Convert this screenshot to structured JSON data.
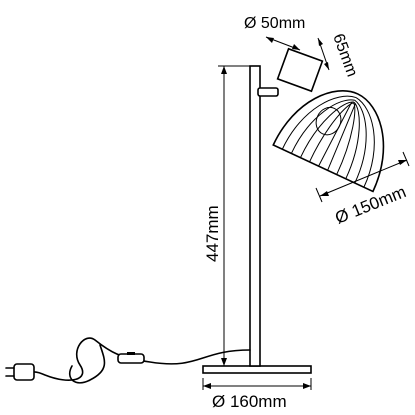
{
  "dimensions": {
    "shade_diameter": "Ø 150mm",
    "neck_diameter": "Ø 50mm",
    "neck_height": "65mm",
    "total_height": "447mm",
    "base_diameter": "Ø 160mm"
  },
  "parts": {
    "icons": [
      "plug-icon",
      "inline-switch-icon"
    ]
  }
}
